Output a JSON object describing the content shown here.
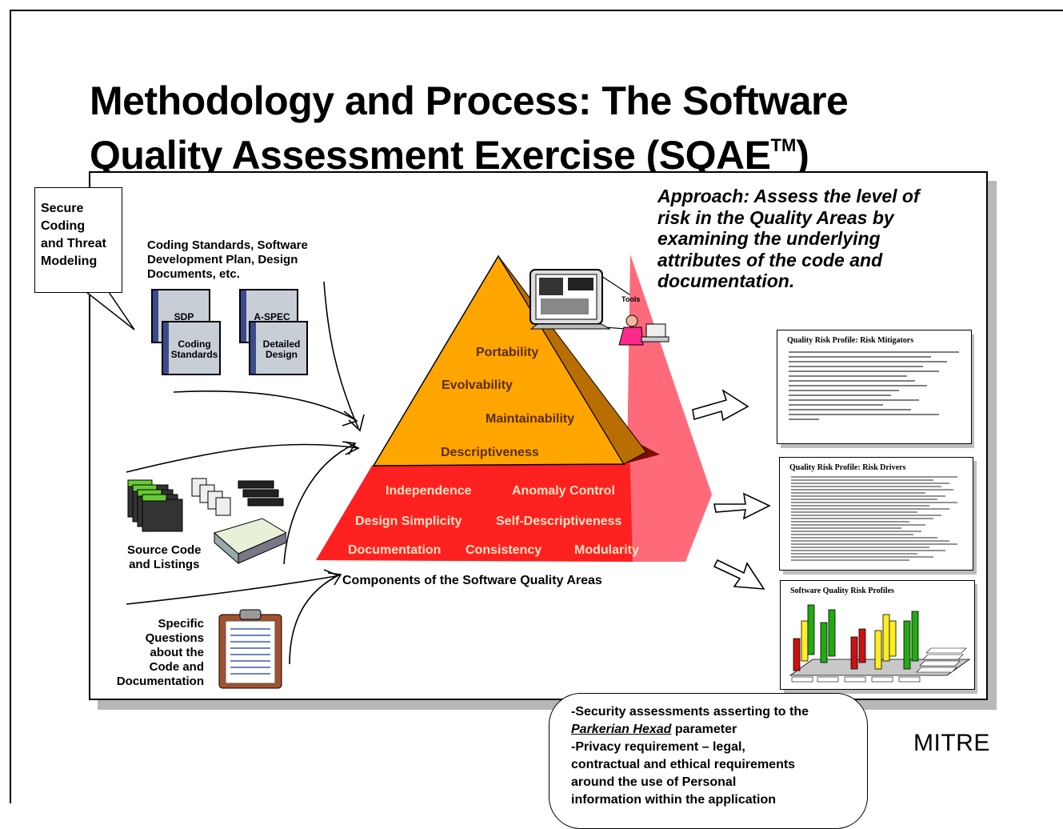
{
  "title": {
    "line1": "Methodology and Process: The Software",
    "line2": "Quality Assessment Exercise (SQAE",
    "tm": "TM",
    "close": ")"
  },
  "callout": {
    "lines": [
      "Secure",
      "Coding",
      "and Threat",
      "Modeling"
    ]
  },
  "docs_label": [
    "Coding Standards, Software",
    "Development Plan, Design",
    "Documents, etc."
  ],
  "documents": {
    "sdp": "SDP",
    "coding": [
      "Coding",
      "Standards"
    ],
    "aspec": "A-SPEC",
    "detailed": [
      "Detailed",
      "Design"
    ]
  },
  "tools_label": "Tools",
  "approach": [
    "Approach:  Assess the level of",
    "risk in the Quality Areas by",
    "examining the underlying",
    "attributes of the code and",
    "documentation."
  ],
  "pyramid": {
    "top": [
      "Portability",
      "Evolvability",
      "Maintainability",
      "Descriptiveness"
    ],
    "base": [
      "Independence",
      "Anomaly Control",
      "Design Simplicity",
      "Self-Descriptiveness",
      "Documentation",
      "Consistency",
      "Modularity"
    ],
    "caption": "Components of the Software Quality Areas"
  },
  "source_label": [
    "Source Code",
    "and Listings"
  ],
  "questions_label": [
    "Specific",
    "Questions",
    "about the",
    "Code and",
    "Documentation"
  ],
  "cards": {
    "mitigators": "Quality Risk Profile: Risk Mitigators",
    "drivers": "Quality Risk Profile: Risk Drivers",
    "profiles": "Software Quality Risk Profiles"
  },
  "bubble": {
    "line1": "-Security assessments asserting to the",
    "hexad": "Parkerian Hexad",
    "line2_rest": " parameter",
    "line3": "-Privacy requirement – legal,",
    "line4": "contractual and ethical requirements",
    "line5": "around the use of Personal",
    "line6": "information within the application"
  },
  "logo": "MITRE",
  "colors": {
    "pyramid_top": "#ffa500",
    "pyramid_top_side": "#c97a00",
    "pyramid_base": "#ff2020",
    "pyramid_base_side": "#ff6a7a",
    "bar_red": "#cc1111",
    "bar_yellow": "#ffee22",
    "bar_green": "#22aa11",
    "doc_spine": "#3c4a8c"
  }
}
